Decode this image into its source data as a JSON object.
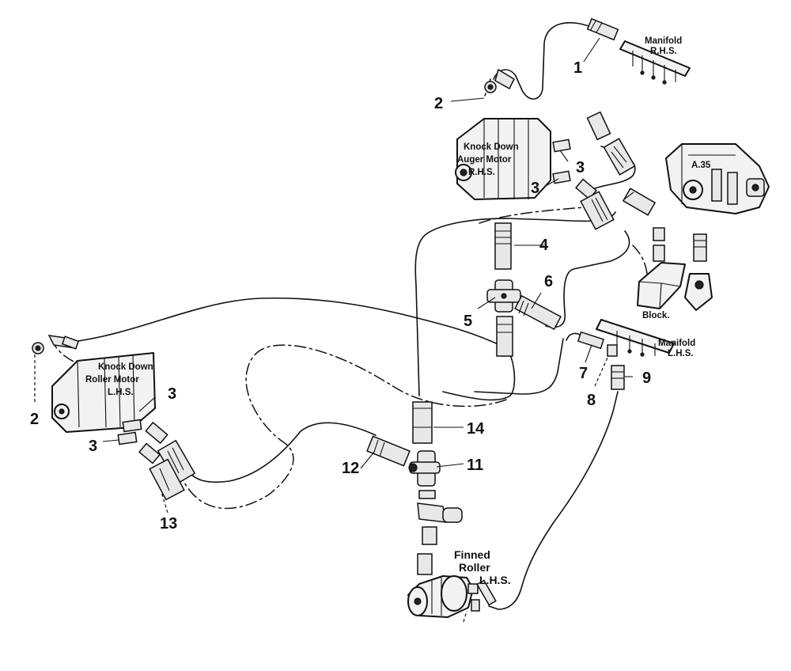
{
  "labels": {
    "manifold_rhs_1": "Manifold",
    "manifold_rhs_2": "R.H.S.",
    "auger_motor_1": "Knock Down",
    "auger_motor_2": "Auger Motor",
    "auger_motor_3": "R.H.S.",
    "valve": "A.35",
    "block": "Block.",
    "manifold_lhs_1": "Manifold",
    "manifold_lhs_2": "L.H.S.",
    "roller_motor_1": "Knock Down",
    "roller_motor_2": "Roller Motor",
    "roller_motor_3": "L.H.S.",
    "finned_roller_1": "Finned",
    "finned_roller_2": "Roller",
    "finned_roller_3": "L.H.S."
  },
  "part_numbers": {
    "p1": "1",
    "p2_top": "2",
    "p2_left": "2",
    "p3_a": "3",
    "p3_b": "3",
    "p3_c": "3",
    "p3_d": "3",
    "p4": "4",
    "p5": "5",
    "p6": "6",
    "p7": "7",
    "p8": "8",
    "p9": "9",
    "p11": "11",
    "p12": "12",
    "p13": "13",
    "p14": "14"
  }
}
